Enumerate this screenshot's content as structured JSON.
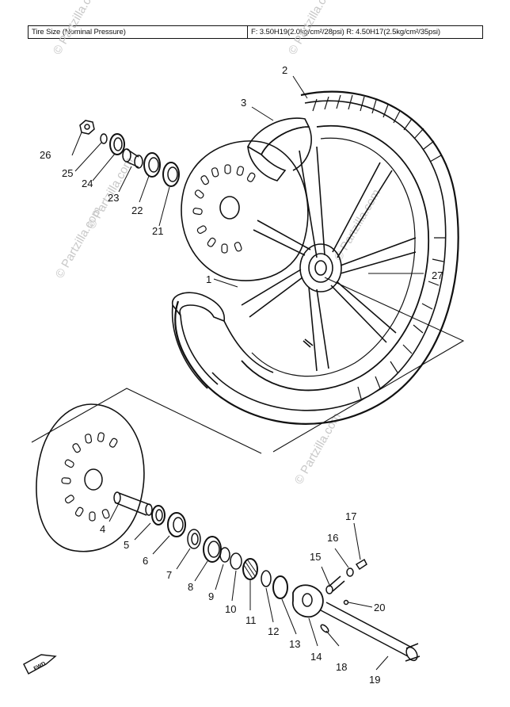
{
  "header": {
    "label": "Tire Size (Nominal Pressure)",
    "value": "F: 3.50H19(2.0kg/cm²/28psi)  R: 4.50H17(2.5kg/cm²/35psi)"
  },
  "watermark": "© Partzilla.com",
  "forward_mark": "FWD",
  "callouts": [
    "1",
    "2",
    "3",
    "4",
    "5",
    "6",
    "7",
    "8",
    "9",
    "10",
    "11",
    "12",
    "13",
    "14",
    "15",
    "16",
    "17",
    "18",
    "19",
    "20",
    "21",
    "22",
    "23",
    "24",
    "25",
    "26",
    "27"
  ]
}
